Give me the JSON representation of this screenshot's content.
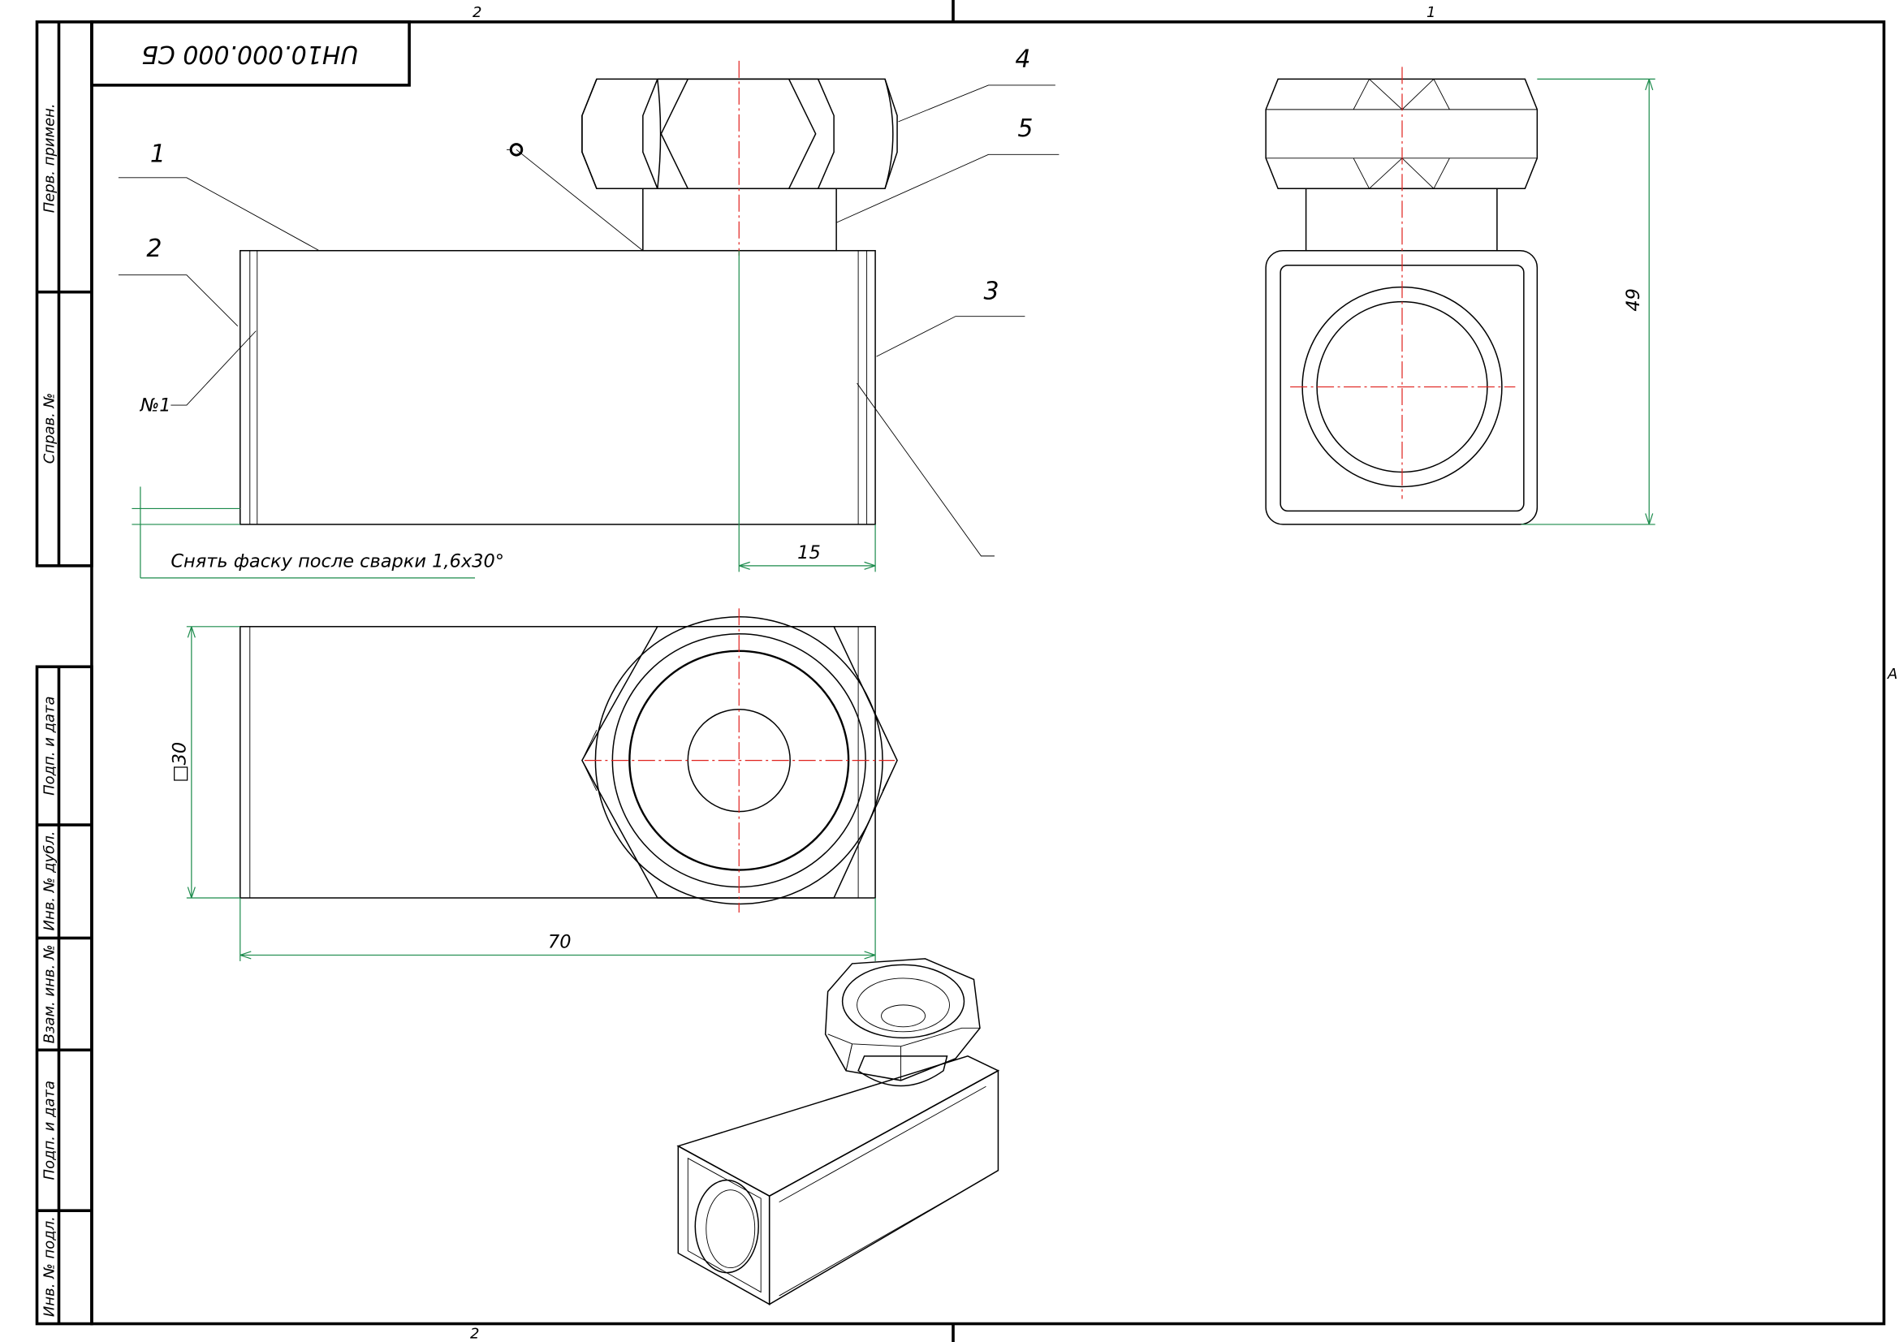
{
  "title_stamp": "UH10.000.000 СБ",
  "zone_markers": {
    "top_left": "2",
    "top_right": "1",
    "right": "A",
    "bottom": "2"
  },
  "margin_labels": [
    "Перв. примен.",
    "Справ. №",
    "Подп. и дата",
    "Инв. № дубл.",
    "Взам. инв. №",
    "Подп. и дата",
    "Инв. № подл."
  ],
  "callouts": {
    "p1": "1",
    "p2": "2",
    "p3": "3",
    "p4": "4",
    "p5": "5",
    "weld": "№1"
  },
  "dimensions": {
    "d15": "15",
    "d70": "70",
    "d30": "□30",
    "d49": "49"
  },
  "note": "Снять фаску после сварки 1,6x30°",
  "colors": {
    "dimension": "#1a8a4a",
    "axis": "#e0201c",
    "line": "#000000"
  }
}
